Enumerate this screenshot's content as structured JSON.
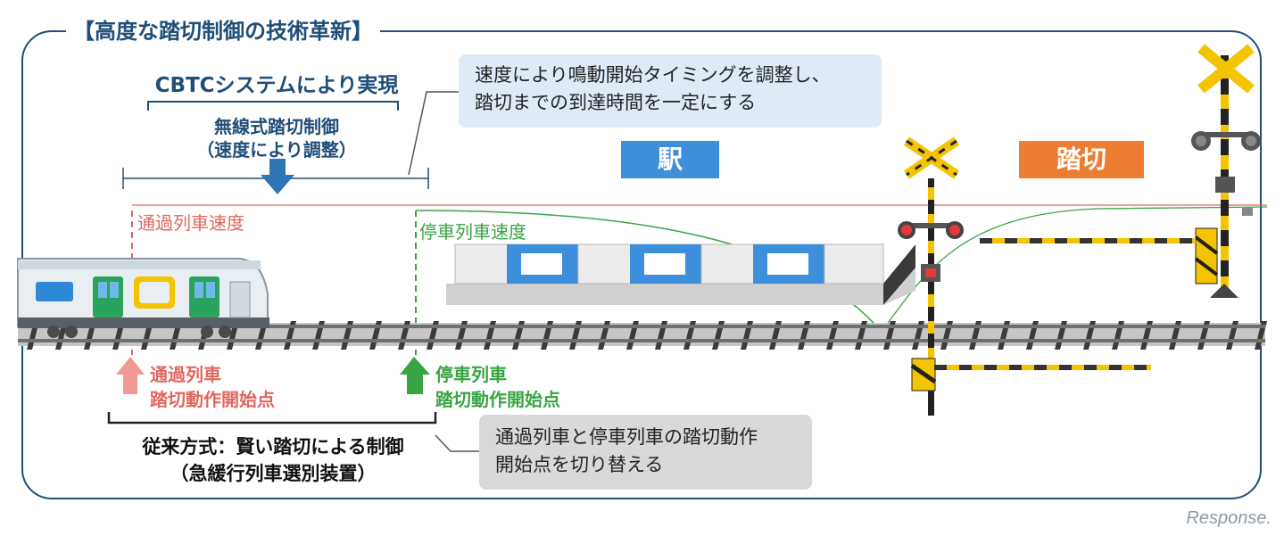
{
  "title": "【高度な踏切制御の技術革新】",
  "cbtc": {
    "label": "CBTCシステムにより実現",
    "sub1": "無線式踏切制御",
    "sub2": "（速度により調整）"
  },
  "callout_top": {
    "line1": "速度により鳴動開始タイミングを調整し、",
    "line2": "踏切までの到達時間を一定にする"
  },
  "station_tag": "駅",
  "crossing_tag": "踏切",
  "pass_speed_label": "通過列車速度",
  "stop_speed_label": "停車列車速度",
  "pass_start": {
    "line1": "通過列車",
    "line2": "踏切動作開始点"
  },
  "stop_start": {
    "line1": "停車列車",
    "line2": "踏切動作開始点"
  },
  "conventional": {
    "line1": "従来方式：賢い踏切による制御",
    "line2": "（急緩行列車選別装置）"
  },
  "callout_bottom": {
    "line1": "通過列車と停車列車の踏切動作",
    "line2": "開始点を切り替える"
  },
  "watermark": "Response.",
  "colors": {
    "navy": "#1f4e79",
    "blue_arrow": "#2e75b6",
    "pass_red": "#e0675e",
    "stop_green": "#3aa444",
    "station_blue": "#3d8fdc",
    "crossing_orange": "#ed7d31",
    "callout_top_bg": "#deebf7",
    "callout_bottom_bg": "#d9d9d9",
    "crossing_yellow": "#f5c400"
  }
}
